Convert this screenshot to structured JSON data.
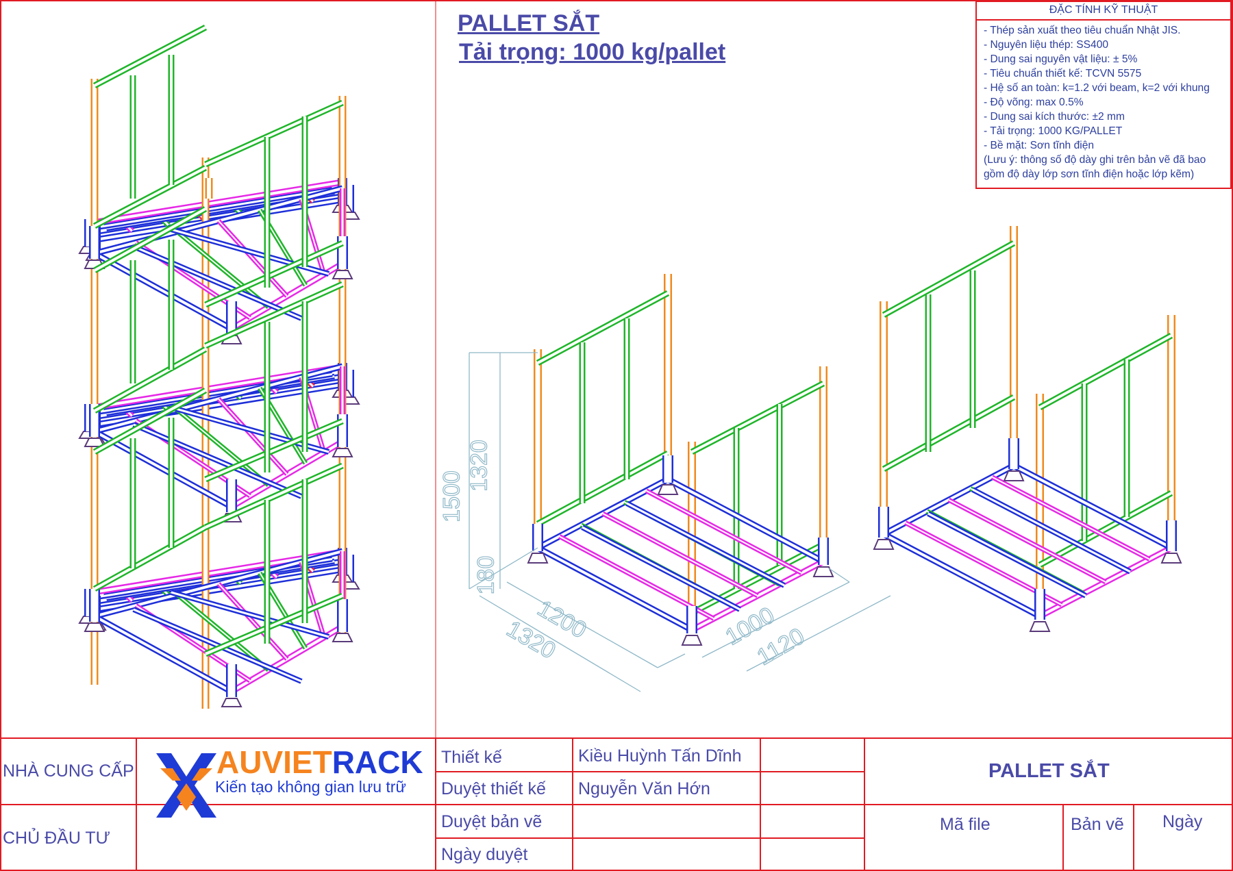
{
  "drawing": {
    "title_line1": "PALLET SẮT",
    "title_line2": "Tải trọng: 1000 kg/pallet"
  },
  "specs": {
    "heading": "ĐẶC TÍNH KỸ THUẬT",
    "lines": [
      "- Thép sản xuất theo tiêu chuẩn Nhật JIS.",
      "- Nguyên liệu thép: SS400",
      "- Dung sai nguyên vật liệu: ± 5%",
      "- Tiêu chuẩn thiết kế: TCVN 5575",
      "- Hệ số an toàn: k=1.2 với beam, k=2 với khung",
      "- Độ võng: max 0.5%",
      "- Dung sai kích thước: ±2 mm",
      "- Tải trọng: 1000 KG/PALLET",
      "- Bề mặt: Sơn tĩnh điện",
      "(Lưu ý: thông số độ dày ghi trên bản vẽ đã bao",
      "gồm độ dày lớp sơn tĩnh điện hoặc lớp kẽm)"
    ]
  },
  "dimensions": {
    "total_height": "1500",
    "frame_height": "1320",
    "leg_height": "180",
    "inner_length": "1200",
    "outer_length": "1320",
    "inner_width": "1000",
    "outer_width": "1120"
  },
  "title_block": {
    "supplier_label": "NHÀ CUNG CẤP",
    "owner_label": "CHỦ ĐẦU TƯ",
    "logo_name_part1": "AUVIET",
    "logo_name_part2": "RACK",
    "logo_tagline": "Kiến tạo không gian lưu trữ",
    "designer_label": "Thiết kế",
    "designer_name": "Kiều Huỳnh Tấn Dĩnh",
    "approver_label": "Duyệt thiết kế",
    "approver_name": "Nguyễn Văn Hớn",
    "drawing_approval_label": "Duyệt bản vẽ",
    "approval_date_label": "Ngày duyệt",
    "project_title": "PALLET SẮT",
    "file_code_label": "Mã file",
    "drawing_no_label": "Bản vẽ",
    "date_label": "Ngày"
  },
  "colors": {
    "border": "#e11a22",
    "post": "#f08a1c",
    "frame": "#1fb52a",
    "base": "#1d2fd8",
    "slat": "#e628e6",
    "crossbar": "#e0275a",
    "dimension": "#8fb8c8",
    "text": "#4a4aa8",
    "logo_orange": "#f5841f",
    "logo_blue": "#1f3bd6"
  }
}
